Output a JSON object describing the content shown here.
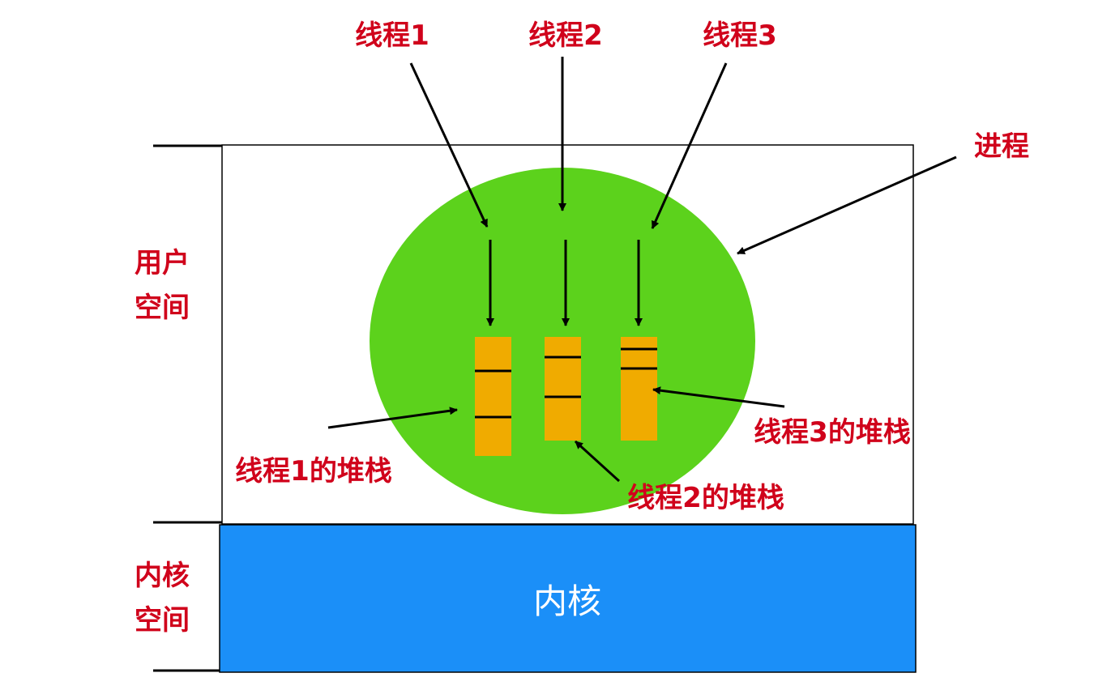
{
  "labels": {
    "thread1": "线程1",
    "thread2": "线程2",
    "thread3": "线程3",
    "process": "进程",
    "user_space_line1": "用户",
    "user_space_line2": "空间",
    "kernel_space_line1": "内核",
    "kernel_space_line2": "空间",
    "kernel": "内核",
    "stack1": "线程1的堆栈",
    "stack2": "线程2的堆栈",
    "stack3": "线程3的堆栈"
  },
  "colors": {
    "label_red": "#d0021b",
    "process_green": "#5cd21c",
    "stack_orange": "#f0ab00",
    "kernel_blue": "#1b8ff8",
    "line_black": "#000000",
    "kernel_text": "#ffffff"
  }
}
